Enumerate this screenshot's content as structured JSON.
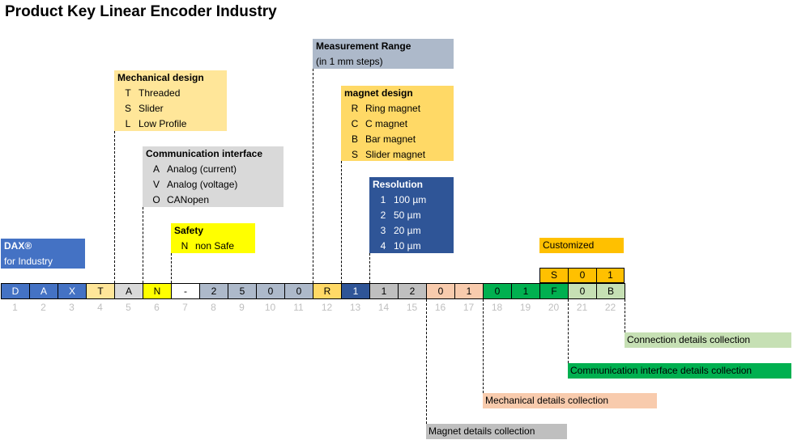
{
  "title": "Product Key Linear Encoder Industry",
  "mechanical_design": {
    "header": "Mechanical design",
    "options": [
      {
        "code": "T",
        "label": "Threaded"
      },
      {
        "code": "S",
        "label": "Slider"
      },
      {
        "code": "L",
        "label": "Low Profile"
      }
    ]
  },
  "communication_interface": {
    "header": "Communication interface",
    "options": [
      {
        "code": "A",
        "label": "Analog (current)"
      },
      {
        "code": "V",
        "label": "Analog (voltage)"
      },
      {
        "code": "O",
        "label": "CANopen"
      }
    ]
  },
  "safety": {
    "header": "Safety",
    "options": [
      {
        "code": "N",
        "label": "non Safe"
      }
    ]
  },
  "dax": {
    "header": "DAX®",
    "subtitle": "for Industry"
  },
  "measurement_range": {
    "header": "Measurement Range",
    "subtitle": "(in 1 mm steps)"
  },
  "magnet_design": {
    "header": "magnet design",
    "options": [
      {
        "code": "R",
        "label": "Ring magnet"
      },
      {
        "code": "C",
        "label": "C magnet"
      },
      {
        "code": "B",
        "label": "Bar magnet"
      },
      {
        "code": "S",
        "label": "Slider magnet"
      }
    ]
  },
  "resolution": {
    "header": "Resolution",
    "options": [
      {
        "code": "1",
        "label": "100 µm"
      },
      {
        "code": "2",
        "label": "50 µm"
      },
      {
        "code": "3",
        "label": "20 µm"
      },
      {
        "code": "4",
        "label": "10 µm"
      }
    ]
  },
  "customized": {
    "header": "Customized",
    "codes": [
      "S",
      "0",
      "1"
    ]
  },
  "key_cells": [
    "D",
    "A",
    "X",
    "T",
    "A",
    "N",
    "-",
    "2",
    "5",
    "0",
    "0",
    "R",
    "1",
    "1",
    "2",
    "0",
    "1",
    "0",
    "1",
    "F",
    "0",
    "B"
  ],
  "positions": [
    "1",
    "2",
    "3",
    "4",
    "5",
    "6",
    "7",
    "8",
    "9",
    "10",
    "11",
    "12",
    "13",
    "14",
    "15",
    "16",
    "17",
    "18",
    "19",
    "20",
    "21",
    "22"
  ],
  "collections": {
    "connection": "Connection details collection",
    "communication": "Communication interface details collection",
    "mechanical": "Mechanical details collection",
    "magnet": "Magnet details collection"
  },
  "colors": {
    "dax_blue": "#4472c4",
    "gold_light": "#ffe699",
    "gold": "#ffd966",
    "grey_light": "#d9d9d9",
    "yellow": "#ffff00",
    "blue_grey": "#adb9ca",
    "dark_blue": "#2f5597",
    "orange": "#ffc000",
    "peach": "#f8cbad",
    "grey_mid": "#bfbfbf",
    "green": "#00b050",
    "green_light": "#c6e0b4"
  }
}
